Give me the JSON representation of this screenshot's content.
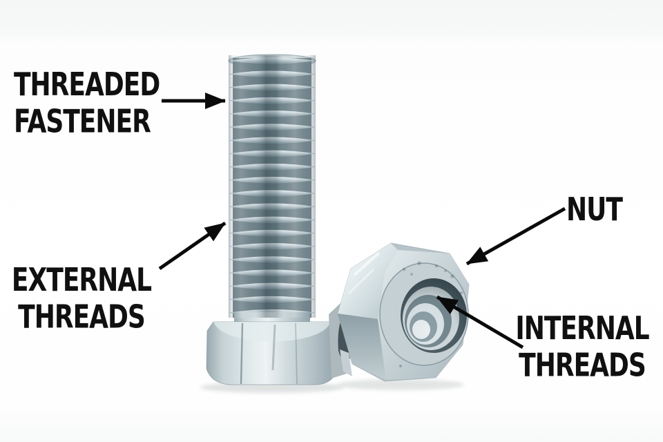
{
  "colors": {
    "text": "#101010",
    "arrow": "#0a0a0a",
    "metal_light": "#e9eff1",
    "metal_mid": "#b7c5ca",
    "metal_dark": "#77898f",
    "background": "#ffffff"
  },
  "labels": {
    "threaded_fastener": {
      "line1": "THREADED",
      "line2": "FASTENER"
    },
    "external_threads": {
      "line1": "EXTERNAL",
      "line2": "THREADS"
    },
    "nut": {
      "text": "NUT"
    },
    "internal_threads": {
      "line1": "INTERNAL",
      "line2": "THREADS"
    }
  },
  "illustrations": {
    "bolt": "zinc-plated hex-head threaded bolt standing on its head",
    "nut": "zinc-plated hex nut on its side showing internal threads"
  }
}
